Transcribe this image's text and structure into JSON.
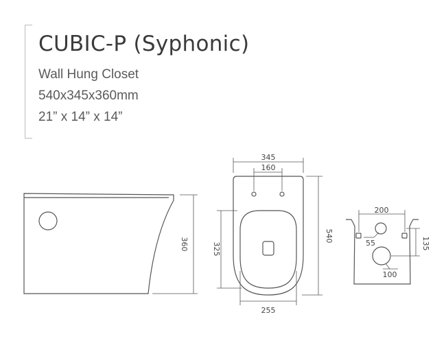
{
  "product": {
    "title": "CUBIC-P (Syphonic)",
    "type": "Wall Hung Closet",
    "size_mm": "540x345x360mm",
    "size_in": "21” x 14” x 14”"
  },
  "dimensions": {
    "side_height": "360",
    "top_width": "345",
    "top_hole_spacing": "160",
    "top_length": "540",
    "top_seat_length": "325",
    "top_bowl_width": "255",
    "rear_width": "200",
    "rear_inlet": "55",
    "rear_outlet": "100",
    "rear_height": "135"
  },
  "colors": {
    "line": "#555555",
    "text": "#3a3a3a"
  }
}
